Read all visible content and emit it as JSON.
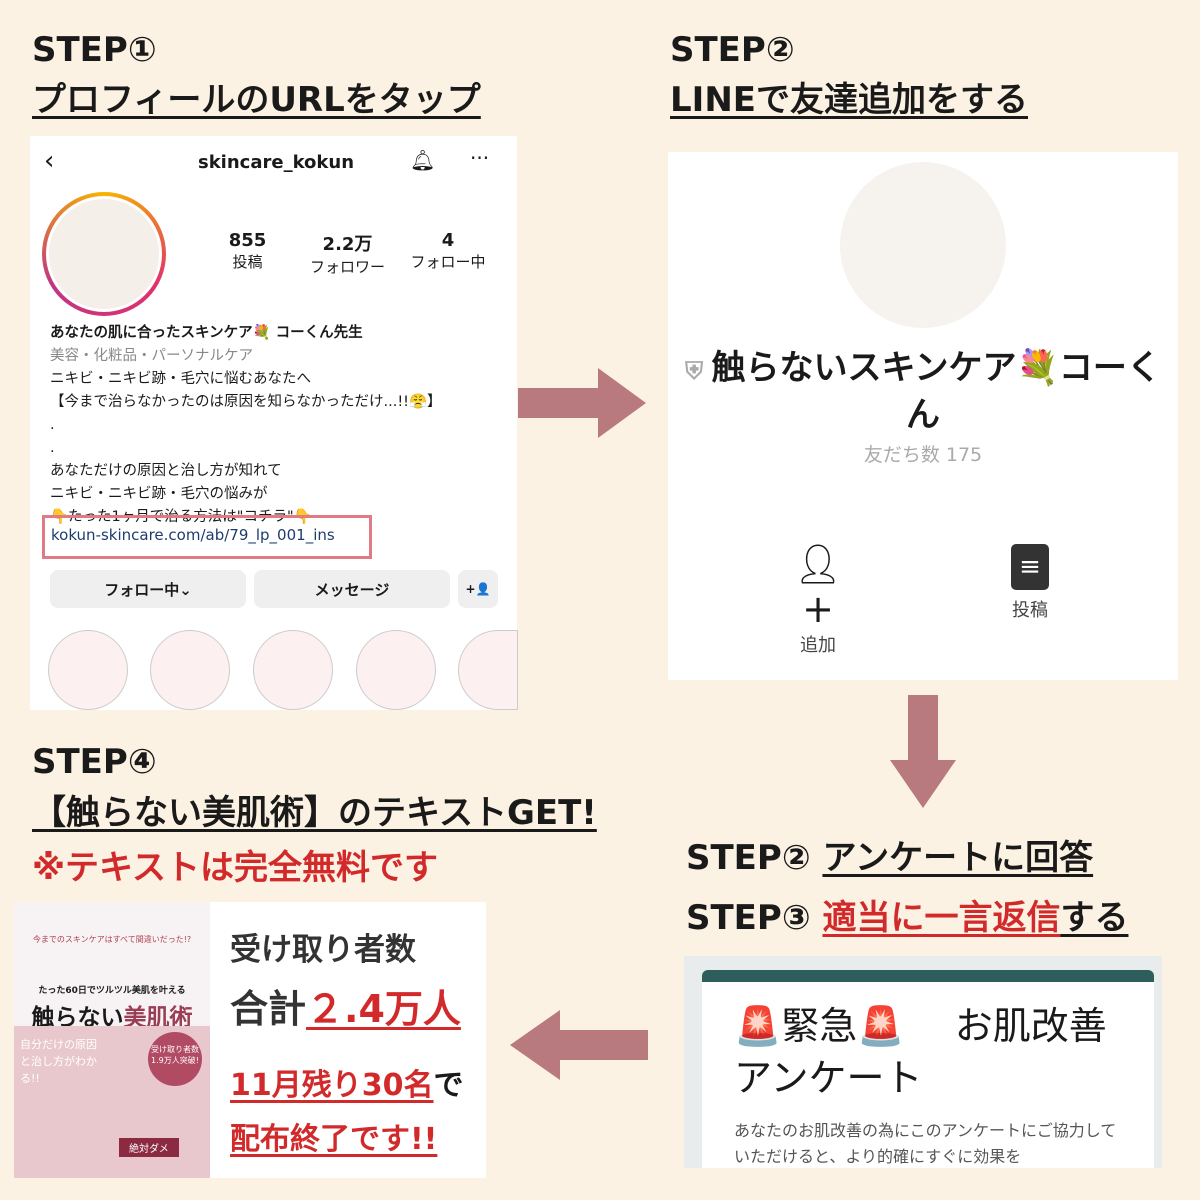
{
  "step1": {
    "label": "STEP①",
    "title": "プロフィールのURLをタップ"
  },
  "step2": {
    "label": "STEP②",
    "title": "LINEで友達追加をする"
  },
  "step3": {
    "label_a": "STEP②",
    "title_a": "アンケートに回答",
    "label_b": "STEP③",
    "title_b_red": "適当に一言返信",
    "title_b_rest": "する"
  },
  "step4": {
    "label": "STEP④",
    "title": "【触らない美肌術】のテキストGET!",
    "note": "※テキストは完全無料です"
  },
  "instagram": {
    "username": "skincare_kokun",
    "stats": [
      {
        "value": "855",
        "label": "投稿"
      },
      {
        "value": "2.2万",
        "label": "フォロワー"
      },
      {
        "value": "4",
        "label": "フォロー中"
      }
    ],
    "bio": [
      "あなたの肌に合ったスキンケア💐 コーくん先生",
      "美容・化粧品・パーソナルケア",
      "ニキビ・ニキビ跡・毛穴に悩むあなたへ",
      "【今まで治らなかったのは原因を知らなかっただけ...!!😤】",
      ".",
      ".",
      "あなただけの原因と治し方が知れて",
      "ニキビ・ニキビ跡・毛穴の悩みが",
      "👇たった1ヶ月で治る方法は\"コチラ\"👇"
    ],
    "link": "kokun-skincare.com/ab/79_lp_001_ins",
    "follow_button": "フォロー中⌄",
    "message_button": "メッセージ",
    "add_person": "+👤"
  },
  "line": {
    "name": "触らないスキンケア💐コーくん",
    "friends": "友だち数 175",
    "add": "追加",
    "posts": "投稿"
  },
  "survey": {
    "title1": "🚨緊急🚨　 お肌改善",
    "title2": "アンケート",
    "body": "あなたのお肌改善の為にこのアンケートにご協力していただけると、より的確にすぐに効果を"
  },
  "book": {
    "top": "今までのスキンケアはすべて間違いだった!?",
    "sub": "たった60日でツルツル美肌を叶える",
    "title_a": "触らない",
    "title_b": "美肌術",
    "side": "自分だけの原因と治し方がわかる!!",
    "badge": "受け取り者数 1.9万人突破!",
    "ng": "絶対ダメ"
  },
  "stats": {
    "line1": "受け取り者数",
    "line2a": "合計",
    "line2b": "２.4万人",
    "line3a": "11月残り30名",
    "line3b": "で",
    "line4": "配布終了です!!"
  },
  "colors": {
    "bg": "#fcf2e3",
    "arrow": "#b87a7f",
    "red": "#d22a2a"
  }
}
